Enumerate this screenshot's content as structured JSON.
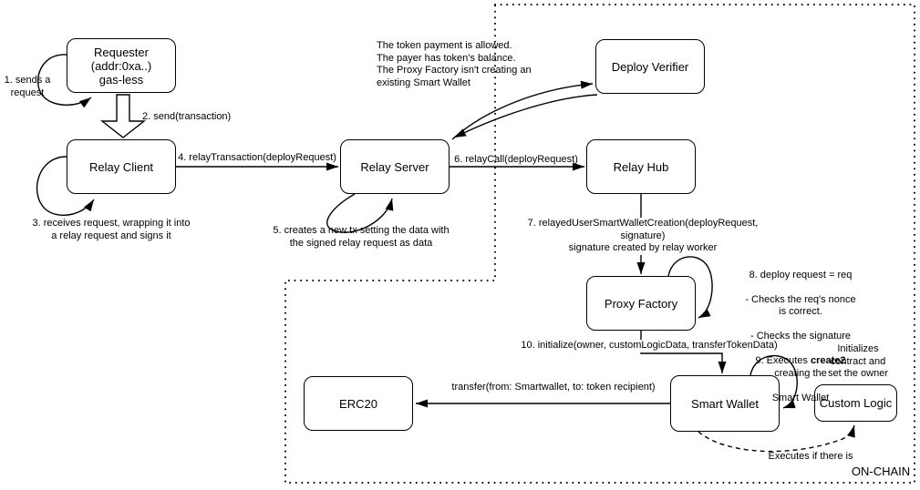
{
  "diagram": {
    "boxes": {
      "requester": "Requester\n(addr:0xa..)\ngas-less",
      "relay_client": "Relay Client",
      "relay_server": "Relay Server",
      "deploy_verifier": "Deploy Verifier",
      "relay_hub": "Relay Hub",
      "proxy_factory": "Proxy Factory",
      "smart_wallet": "Smart Wallet",
      "custom_logic": "Custom Logic",
      "erc20": "ERC20"
    },
    "labels": {
      "step1": "1. sends a\nrequest",
      "step2": "2. send(transaction)",
      "step3": "3. receives request, wrapping it into\na relay request and signs it",
      "step4": "4. relayTransaction(deployRequest)",
      "step5": "5. creates a new tx setting the data with\nthe signed relay request as data",
      "step6": "6. relayCall(deployRequest)",
      "step7": "7. relayedUserSmartWalletCreation(deployRequest, signature)\nsignature created by relay worker",
      "verifier_note": "The token payment is allowed.\nThe payer has token's balance.\nThe Proxy Factory isn't creating an\nexisting Smart Wallet",
      "step89": {
        "line1": "8. deploy request = req",
        "line2": "- Checks the req's nonce is correct.",
        "line3": "- Checks the signature",
        "line4_pre": "9. Executes ",
        "line4_bold": "create2",
        "line4_post": " creating the",
        "line5": "Smart Wallet"
      },
      "step10": "10. initialize(owner, customLogicData, transferTokenData)",
      "initializes_note": "Initializes contract and\nset the owner",
      "transfer": "transfer(from: Smartwallet, to: token recipient)",
      "executes_note": "Executes if there is",
      "onchain": "ON-CHAIN"
    },
    "colors": {
      "line": "#000000",
      "box_fill": "#ffffff",
      "background": "#ffffff"
    }
  }
}
